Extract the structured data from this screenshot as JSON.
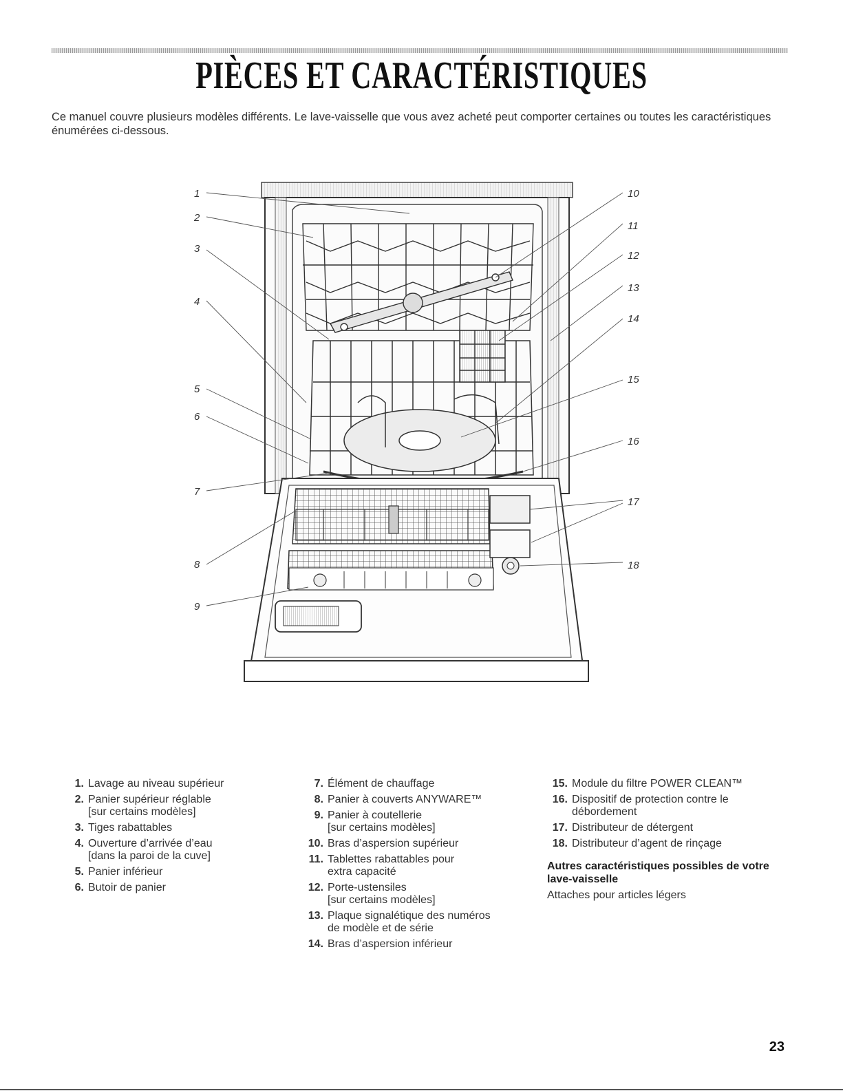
{
  "title": "PIÈCES ET CARACTÉRISTIQUES",
  "intro": "Ce manuel couvre plusieurs modèles différents. Le lave-vaisselle que vous avez acheté peut comporter certaines ou toutes les caractéristiques énumérées ci-dessous.",
  "callouts": [
    "1",
    "2",
    "3",
    "4",
    "5",
    "6",
    "7",
    "8",
    "9",
    "10",
    "11",
    "12",
    "13",
    "14",
    "15",
    "16",
    "17",
    "18"
  ],
  "parts": {
    "col1": [
      {
        "num": "1.",
        "text": "Lavage au niveau supérieur",
        "sub": ""
      },
      {
        "num": "2.",
        "text": "Panier supérieur réglable",
        "sub": "[sur certains modèles]"
      },
      {
        "num": "3.",
        "text": "Tiges rabattables",
        "sub": ""
      },
      {
        "num": "4.",
        "text": "Ouverture d’arrivée d’eau",
        "sub": "[dans la paroi de la cuve]"
      },
      {
        "num": "5.",
        "text": "Panier inférieur",
        "sub": ""
      },
      {
        "num": "6.",
        "text": "Butoir de panier",
        "sub": ""
      }
    ],
    "col2": [
      {
        "num": "7.",
        "text": "Élément de chauffage",
        "sub": ""
      },
      {
        "num": "8.",
        "text": "Panier à couverts ANYWARE™",
        "sub": ""
      },
      {
        "num": "9.",
        "text": "Panier à coutellerie",
        "sub": "[sur certains modèles]"
      },
      {
        "num": "10.",
        "text": "Bras d’aspersion supérieur",
        "sub": ""
      },
      {
        "num": "11.",
        "text": "Tablettes rabattables pour",
        "sub": "extra capacité"
      },
      {
        "num": "12.",
        "text": "Porte-ustensiles",
        "sub": "[sur certains modèles]"
      },
      {
        "num": "13.",
        "text": "Plaque signalétique des numéros",
        "sub": "de modèle et de série"
      },
      {
        "num": "14.",
        "text": "Bras d’aspersion inférieur",
        "sub": ""
      }
    ],
    "col3": [
      {
        "num": "15.",
        "text": "Module du filtre POWER CLEAN™",
        "sub": ""
      },
      {
        "num": "16.",
        "text": "Dispositif de protection contre le",
        "sub": "débordement"
      },
      {
        "num": "17.",
        "text": "Distributeur de détergent",
        "sub": ""
      },
      {
        "num": "18.",
        "text": "Distributeur d’agent de rinçage",
        "sub": ""
      }
    ]
  },
  "other": {
    "heading": "Autres caractéristiques possibles de votre lave-vaisselle",
    "text": "Attaches pour articles légers"
  },
  "page_number": "23"
}
